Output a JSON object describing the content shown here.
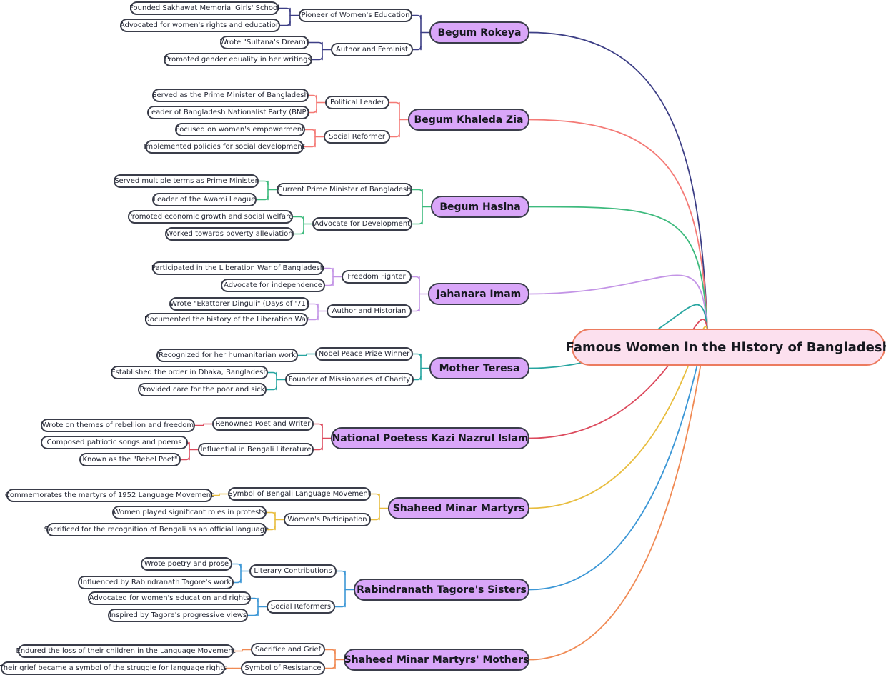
{
  "central": "Famous Women in the History of Bangladesh",
  "branches": [
    {
      "title": "Begum Rokeya",
      "color": "#3d3f86",
      "subs": [
        {
          "label": "Pioneer of Women's Education",
          "leaves": [
            "Founded Sakhawat Memorial Girls' School",
            "Advocated for women's rights and education"
          ]
        },
        {
          "label": "Author and Feminist",
          "leaves": [
            "Wrote \"Sultana's Dream\"",
            "Promoted gender equality in her writings"
          ]
        }
      ]
    },
    {
      "title": "Begum Khaleda Zia",
      "color": "#f47a76",
      "subs": [
        {
          "label": "Political Leader",
          "leaves": [
            "Served as the Prime Minister of Bangladesh",
            "Leader of Bangladesh Nationalist Party (BNP)"
          ]
        },
        {
          "label": "Social Reformer",
          "leaves": [
            "Focused on women's empowerment",
            "Implemented policies for social development"
          ]
        }
      ]
    },
    {
      "title": "Begum Hasina",
      "color": "#3dba7d",
      "subs": [
        {
          "label": "Current Prime Minister of Bangladesh",
          "leaves": [
            "Served multiple terms as Prime Minister",
            "Leader of the Awami League"
          ]
        },
        {
          "label": "Advocate for Development",
          "leaves": [
            "Promoted economic growth and social welfare",
            "Worked towards poverty alleviation"
          ]
        }
      ]
    },
    {
      "title": "Jahanara Imam",
      "color": "#c394e6",
      "subs": [
        {
          "label": "Freedom Fighter",
          "leaves": [
            "Participated in the Liberation War of Bangladesh",
            "Advocate for independence"
          ]
        },
        {
          "label": "Author and Historian",
          "leaves": [
            "Wrote \"Ekattorer Dinguli\" (Days of '71)",
            "Documented the history of the Liberation War"
          ]
        }
      ]
    },
    {
      "title": "Mother Teresa",
      "color": "#26a5a0",
      "subs": [
        {
          "label": "Nobel Peace Prize Winner",
          "leaves": [
            "Recognized for her humanitarian work"
          ]
        },
        {
          "label": "Founder of Missionaries of Charity",
          "leaves": [
            "Established the order in Dhaka, Bangladesh",
            "Provided care for the poor and sick"
          ]
        }
      ]
    },
    {
      "title": "National Poetess Kazi Nazrul Islam",
      "color": "#dc4a5d",
      "subs": [
        {
          "label": "Renowned Poet and Writer",
          "leaves": [
            "Wrote on themes of rebellion and freedom"
          ]
        },
        {
          "label": "Influential in Bengali Literature",
          "leaves": [
            "Composed patriotic songs and poems",
            "Known as the \"Rebel Poet\""
          ]
        }
      ]
    },
    {
      "title": "Shaheed Minar Martyrs",
      "color": "#e8bd3e",
      "subs": [
        {
          "label": "Symbol of Bengali Language Movement",
          "leaves": [
            "Commemorates the martyrs of 1952 Language Movement"
          ]
        },
        {
          "label": "Women's Participation",
          "leaves": [
            "Women played significant roles in protests",
            "Sacrificed for the recognition of Bengali as an official language"
          ]
        }
      ]
    },
    {
      "title": "Rabindranath Tagore's Sisters",
      "color": "#3c97d6",
      "subs": [
        {
          "label": "Literary Contributions",
          "leaves": [
            "Wrote poetry and prose",
            "Influenced by Rabindranath Tagore's work"
          ]
        },
        {
          "label": "Social Reformers",
          "leaves": [
            "Advocated for women's education and rights",
            "Inspired by Tagore's progressive views"
          ]
        }
      ]
    },
    {
      "title": "Shaheed Minar Martyrs' Mothers",
      "color": "#f08a54",
      "subs": [
        {
          "label": "Sacrifice and Grief",
          "leaves": [
            "Endured the loss of their children in the Language Movement"
          ]
        },
        {
          "label": "Symbol of Resistance",
          "leaves": [
            "Their grief became a symbol of the struggle for language rights"
          ]
        }
      ]
    }
  ]
}
